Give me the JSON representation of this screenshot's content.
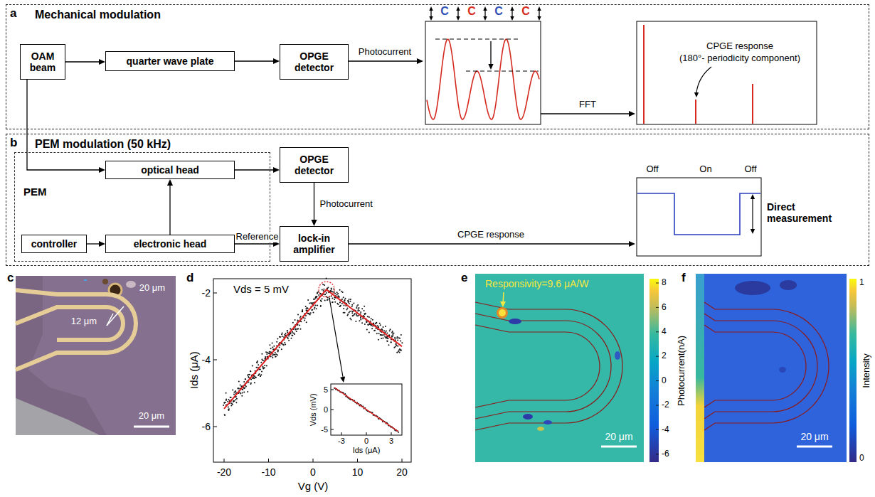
{
  "diagram": {
    "nodes": [
      {
        "text": [
          "a",
          "Mechanical modulation"
        ]
      },
      {
        "text": [
          "OAM beam"
        ],
        "in": 0
      },
      {
        "text": [
          "quarter wave plate"
        ],
        "in": 0
      },
      {
        "text": [
          "OPGE detector"
        ],
        "in": 0
      },
      {
        "text": [
          "b",
          "PEM modulation (50 kHz)"
        ]
      },
      {
        "text": [
          "PEM"
        ],
        "in": 4
      },
      {
        "text": [
          "optical head"
        ],
        "in": 5
      },
      {
        "text": [
          "controller"
        ],
        "in": 5
      },
      {
        "text": [
          "electronic head"
        ],
        "in": 5
      },
      {
        "text": [
          "OPGE detector"
        ],
        "in": 4
      },
      {
        "text": [
          "lock-in amplifier"
        ],
        "in": 4
      }
    ],
    "edges": [
      {
        "from": 1,
        "to": 2,
        "arrow": "to"
      },
      {
        "from": 2,
        "to": 3,
        "arrow": "to"
      },
      {
        "from": 1,
        "to": 6,
        "arrow": "to"
      },
      {
        "from": 6,
        "to": 9,
        "arrow": "to"
      },
      {
        "from": 7,
        "to": 8,
        "arrow": "to"
      },
      {
        "from": 8,
        "to": 6,
        "arrow": "to"
      },
      {
        "from": 8,
        "to": 10,
        "arrow": "to",
        "label": "Reference"
      },
      {
        "from": 9,
        "to": 10,
        "arrow": "to",
        "label": "Photocurrent"
      }
    ],
    "labels": [
      "Photocurrent",
      "C",
      "C",
      "C",
      "C",
      "FFT",
      "CPGE response",
      "(180°- periodicity component)",
      "CPGE response",
      "Off",
      "On",
      "Off",
      "Direct measurement",
      "c",
      "20 μm",
      "12 μm",
      "20 μm",
      "d",
      "Vds = 5 mV",
      "-2",
      "-4",
      "-6",
      "-20",
      "-10",
      "0",
      "10",
      "20",
      "Vg (V)",
      "Ids (μA)",
      "5",
      "0",
      "-5",
      "-3",
      "0",
      "3",
      "Vds (mV)",
      "Ids (μA)",
      "e",
      "Responsivity=9.6 μA/W",
      "8",
      "6",
      "4",
      "2",
      "0",
      "-2",
      "-4",
      "-6",
      "Photocurrent(nA)",
      "20 μm",
      "f",
      "1",
      "0",
      "Intensity",
      "20 μm"
    ]
  }
}
